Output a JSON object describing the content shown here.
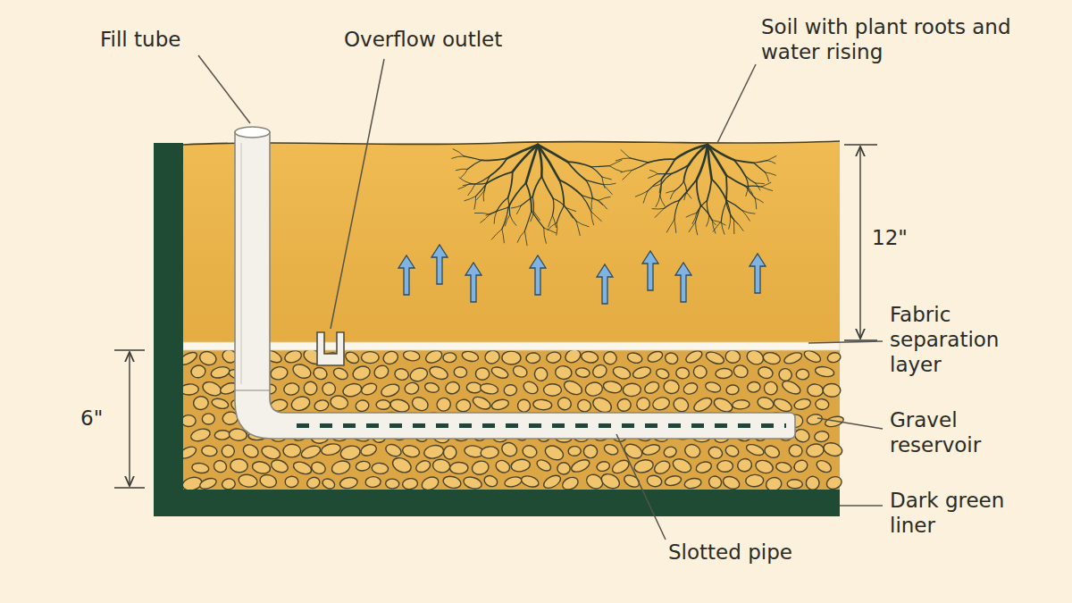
{
  "diagram": {
    "labels": [
      "Fill tube",
      "Overflow outlet",
      "Soil with plant roots and water rising",
      "12\"",
      "Fabric separation layer",
      "6\"",
      "Gravel reservoir",
      "Dark green liner",
      "Slotted pipe"
    ]
  }
}
